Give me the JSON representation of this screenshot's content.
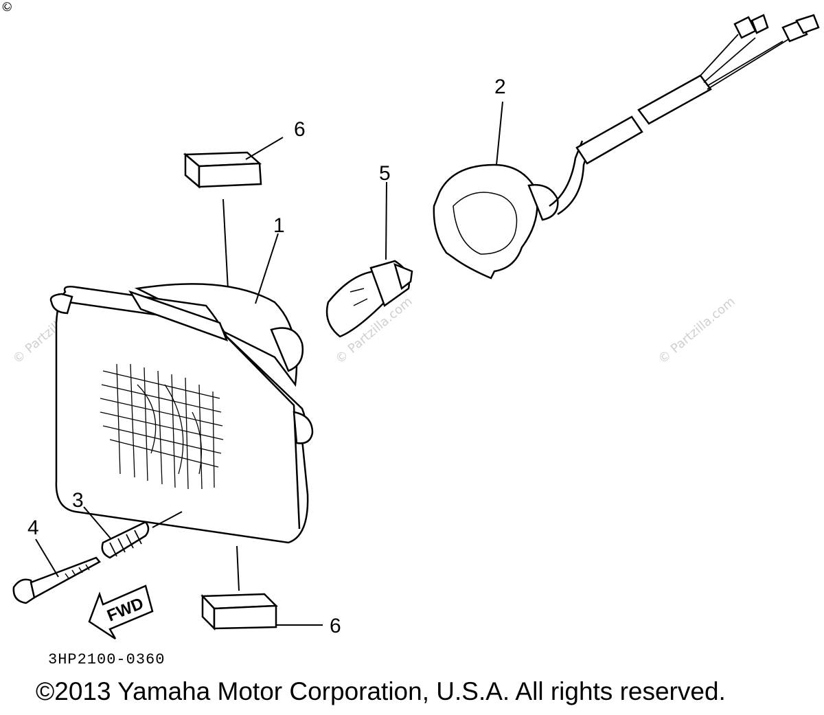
{
  "callouts": {
    "c1": "1",
    "c2": "2",
    "c3": "3",
    "c4": "4",
    "c5": "5",
    "c6a": "6",
    "c6b": "6"
  },
  "fwd_label": "FWD",
  "diagram_code": "3HP2100-0360",
  "copyright": "©2013 Yamaha Motor Corporation, U.S.A. All rights reserved.",
  "watermark": "© Partzilla.com",
  "corner_mark": "©"
}
